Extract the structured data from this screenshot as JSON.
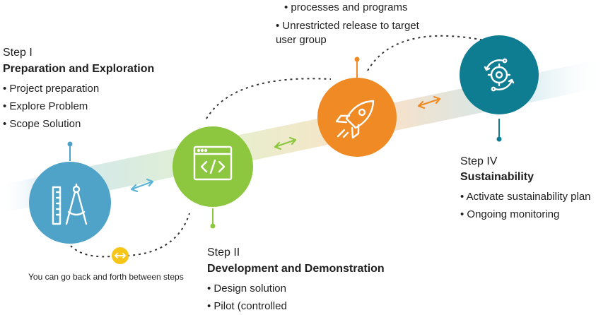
{
  "steps": [
    {
      "label": "Step I",
      "title": "Preparation and Exploration",
      "bullets": [
        "Project preparation",
        "Explore Problem",
        "Scope Solution"
      ],
      "color": "#4fa3c8",
      "icon": "ruler-compass-icon"
    },
    {
      "label": "Step II",
      "title": "Development and Demonstration",
      "bullets": [
        "Design solution",
        "Pilot (controlled"
      ],
      "color": "#8dc63f",
      "icon": "code-window-icon"
    },
    {
      "label": "",
      "title": "",
      "bullets": [
        "processes and programs",
        "Unrestricted release to target user group"
      ],
      "color": "#f08a24",
      "icon": "rocket-icon"
    },
    {
      "label": "Step IV",
      "title": "Sustainability",
      "bullets": [
        "Activate sustainability plan",
        "Ongoing monitoring"
      ],
      "color": "#0e7c91",
      "icon": "gear-cycle-icon"
    }
  ],
  "note": {
    "text": "You can go back and forth between steps",
    "color": "#f5c518",
    "icon": "double-arrow-icon"
  },
  "connector_colors": [
    "#5bb3d8",
    "#8dc63f",
    "#f08a24"
  ]
}
